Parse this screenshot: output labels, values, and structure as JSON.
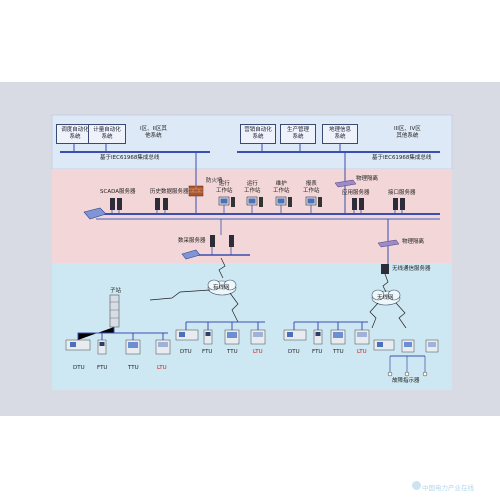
{
  "colors": {
    "frame_bg": "#d8dbe3",
    "zone_top": "#dde9f6",
    "zone_mid": "#f3d6d8",
    "zone_bottom": "#cde8f2",
    "bus": "#3a4fb0",
    "accent_red": "#c81818"
  },
  "top": {
    "left_boxes": [
      "调度自动化\n系统",
      "计量自动化\n系统"
    ],
    "left_other": "I区、II区其\n他系统",
    "left_bus": "基于IEC61968集成总线",
    "right_boxes": [
      "营销自动化\n系统",
      "生产管理\n系统",
      "地理信息\n系统"
    ],
    "right_other": "III区、IV区\n其他系统",
    "right_bus": "基于IEC61968集成总线"
  },
  "middle": {
    "firewall": "防火墙",
    "scada": "SCADA服务器",
    "history": "历史数据服务器",
    "ops_ws": "运行\n工作站",
    "ops_ws2": "运行\n工作站",
    "maint_ws": "维护\n工作站",
    "report_ws": "报表\n工作站",
    "phys_iso": "物理隔离",
    "app_server": "应用服务器",
    "iface_server": "接口服务器",
    "phys_iso2": "物理隔离",
    "collect_server": "数采服务器"
  },
  "bottom": {
    "substation": "子站",
    "wired_net": "有线网",
    "wireless_comm": "无线通信服务器",
    "wireless_net": "无线网",
    "devices": {
      "dtu": "DTU",
      "ftu": "FTU",
      "ttu": "TTU",
      "ltu": "LTU"
    },
    "fault_indicator": "故障指示器"
  },
  "watermark": "中国电力产业在线"
}
